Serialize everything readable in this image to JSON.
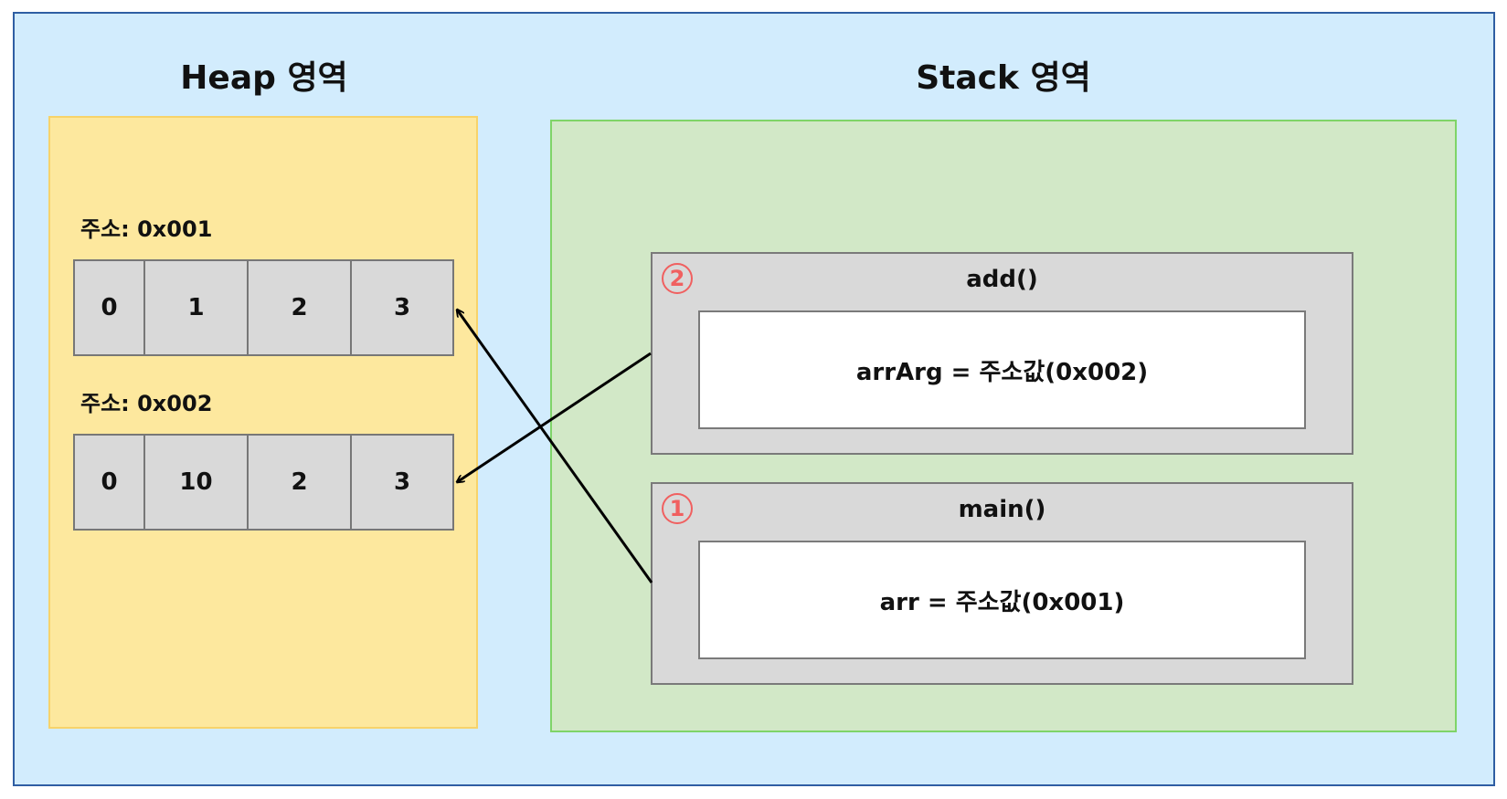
{
  "heap": {
    "title": "Heap 영역",
    "arrays": [
      {
        "address_label": "주소: 0x001",
        "values": [
          "0",
          "1",
          "2",
          "3"
        ]
      },
      {
        "address_label": "주소: 0x002",
        "values": [
          "0",
          "10",
          "2",
          "3"
        ]
      }
    ]
  },
  "stack": {
    "title": "Stack 영역",
    "frames": [
      {
        "order": "2",
        "name": "add()",
        "variable": "arrArg = 주소값(0x002)"
      },
      {
        "order": "1",
        "name": "main()",
        "variable": "arr = 주소값(0x001)"
      }
    ]
  },
  "colors": {
    "outer_background": "#d2ecfd",
    "outer_border": "#2f5ea3",
    "heap_background": "#fde89e",
    "stack_background": "#d2e8c7",
    "frame_background": "#d9d9d9",
    "order_marker": "#f06060"
  }
}
